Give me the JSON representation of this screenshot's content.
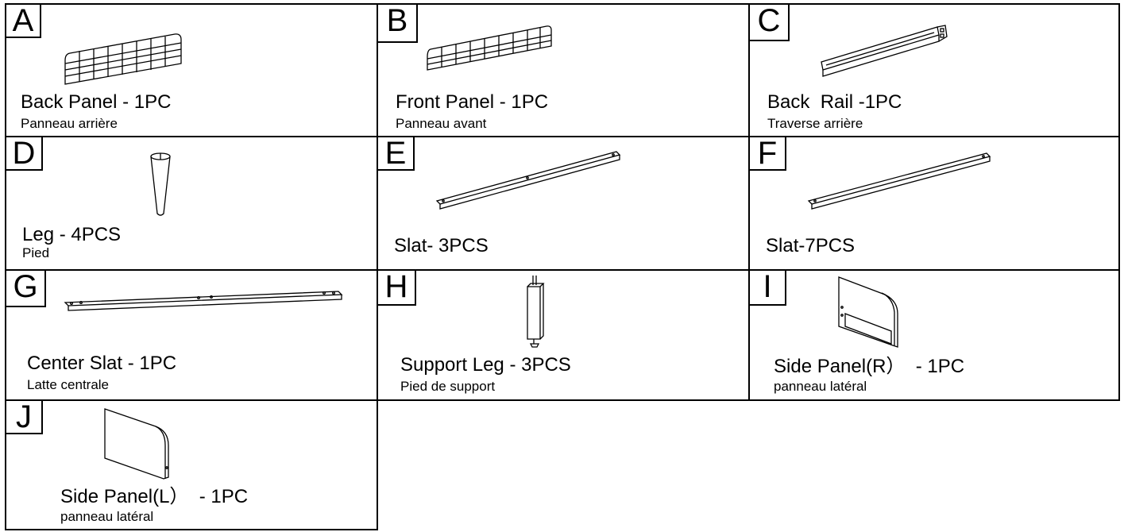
{
  "parts": [
    {
      "letter": "A",
      "name": "Back Panel - 1PC",
      "french": "Panneau arrière"
    },
    {
      "letter": "B",
      "name": "Front Panel - 1PC",
      "french": "Panneau avant"
    },
    {
      "letter": "C",
      "name": "Back  Rail -1PC",
      "french": "Traverse arrière"
    },
    {
      "letter": "D",
      "name": "Leg - 4PCS",
      "french": "Pied"
    },
    {
      "letter": "E",
      "name": "Slat- 3PCS",
      "french": ""
    },
    {
      "letter": "F",
      "name": "Slat-7PCS",
      "french": ""
    },
    {
      "letter": "G",
      "name": "Center Slat - 1PC",
      "french": "Latte centrale"
    },
    {
      "letter": "H",
      "name": "Support Leg - 3PCS",
      "french": "Pied de support"
    },
    {
      "letter": "I",
      "name": "Side Panel(R）  - 1PC",
      "french": "panneau latéral"
    },
    {
      "letter": "J",
      "name": "Side Panel(L）  - 1PC",
      "french": "panneau latéral"
    }
  ]
}
